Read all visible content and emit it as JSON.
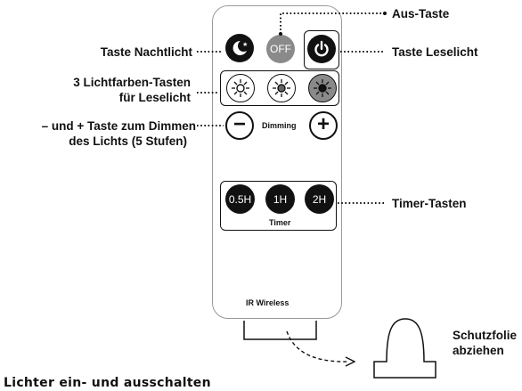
{
  "labels": {
    "aus_taste": "Aus-Taste",
    "nachtlicht": "Taste Nachtlicht",
    "leselicht": "Taste Leselicht",
    "lichtfarben_1": "3 Lichtfarben-Tasten",
    "lichtfarben_2": "für Leselicht",
    "dimmen_1": "– und + Taste zum Dimmen",
    "dimmen_2": "des Lichts (5 Stufen)",
    "timer_tasten": "Timer-Tasten",
    "schutzfolie_1": "Schutzfolie",
    "schutzfolie_2": "abziehen",
    "bottom_caption": "Lichter ein- und ausschalten"
  },
  "remote": {
    "off_label": "OFF",
    "dimming_label": "Dimming",
    "minus": "−",
    "plus": "+",
    "timer_buttons": [
      "0.5H",
      "1H",
      "2H"
    ],
    "timer_label": "Timer",
    "ir_label": "IR Wireless"
  },
  "colors": {
    "off_button": "#8a8a8a",
    "dark_button": "#111111",
    "outline": "#999999"
  }
}
